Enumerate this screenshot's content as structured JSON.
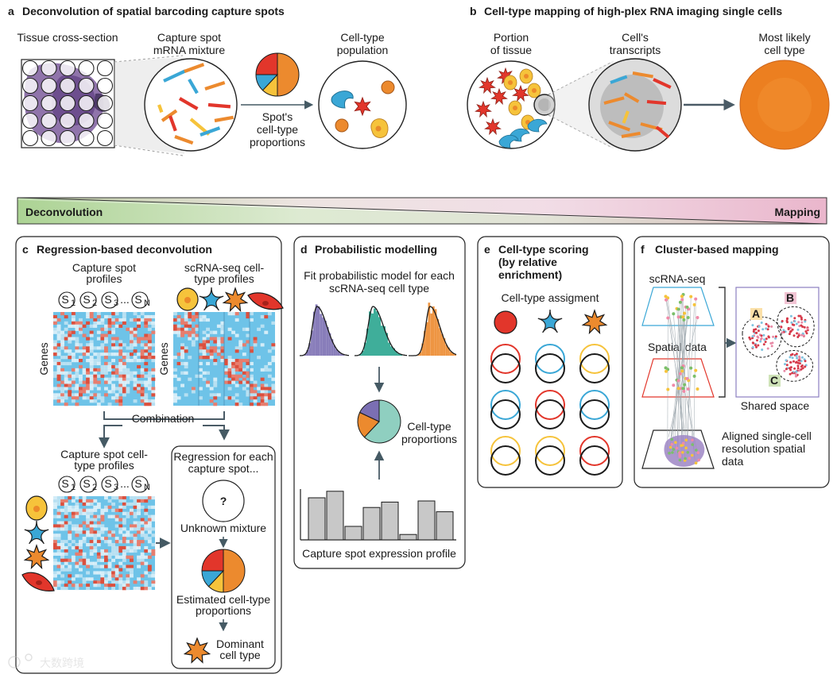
{
  "panel_a": {
    "letter": "a",
    "title": "Deconvolution of spatial barcoding capture spots",
    "tissue_label": "Tissue cross-section",
    "spot_label_1": "Capture spot",
    "spot_label_2": "mRNA mixture",
    "population_label_1": "Cell-type",
    "population_label_2": "population",
    "proportion_label_1": "Spot's",
    "proportion_label_2": "cell-type",
    "proportion_label_3": "proportions"
  },
  "panel_b": {
    "letter": "b",
    "title": "Cell-type mapping of high-plex RNA imaging single cells",
    "portion_label_1": "Portion",
    "portion_label_2": "of tissue",
    "transcripts_label_1": "Cell's",
    "transcripts_label_2": "transcripts",
    "likely_label_1": "Most likely",
    "likely_label_2": "cell type"
  },
  "gradient_bar": {
    "left_label": "Deconvolution",
    "right_label": "Mapping"
  },
  "panel_c": {
    "letter": "c",
    "title": "Regression-based deconvolution",
    "capture_profiles_1": "Capture spot",
    "capture_profiles_2": "profiles",
    "scrna_profiles_1": "scRNA-seq cell-",
    "scrna_profiles_2": "type profiles",
    "genes_label": "Genes",
    "combination_label": "Combination",
    "cell_type_profiles_1": "Capture spot cell-",
    "cell_type_profiles_2": "type profiles",
    "regression_1": "Regression for each",
    "regression_2": "capture spot...",
    "unknown_symbol": "?",
    "unknown_label": "Unknown mixture",
    "estimated_1": "Estimated cell-type",
    "estimated_2": "proportions",
    "dominant_1": "Dominant",
    "dominant_2": "cell type",
    "spot_symbol": "S",
    "subscripts": [
      "1",
      "2",
      "3",
      "N"
    ],
    "ellipsis": "..."
  },
  "panel_d": {
    "letter": "d",
    "title": "Probabilistic modelling",
    "fit_1": "Fit probabilistic model for each",
    "fit_2": "scRNA-seq cell type",
    "proportions_1": "Cell-type",
    "proportions_2": "proportions",
    "expression_label": "Capture spot expression profile"
  },
  "panel_e": {
    "letter": "e",
    "title_1": "Cell-type scoring",
    "title_2": "(by relative",
    "title_3": "enrichment)",
    "assignment_label": "Cell-type assigment"
  },
  "panel_f": {
    "letter": "f",
    "title": "Cluster-based mapping",
    "scrna_label": "scRNA-seq",
    "spatial_label": "Spatial data",
    "shared_label": "Shared space",
    "cluster_a": "A",
    "cluster_b": "B",
    "cluster_c": "C",
    "aligned_1": "Aligned single-cell",
    "aligned_2": "resolution spatial",
    "aligned_3": "data"
  },
  "watermark": {
    "text": "大数跨境"
  },
  "colors": {
    "red": "#e2362b",
    "orange": "#ec8a2e",
    "yellow": "#f6c33b",
    "blue": "#3aa7d6",
    "purple": "#7b6fb3",
    "teal": "#2aa58f",
    "heatmap_bg": "#6ec3e8",
    "heatmap_hot": "#e04a35",
    "gradient_left": "#9cc77d",
    "gradient_right": "#e7a3bf"
  }
}
